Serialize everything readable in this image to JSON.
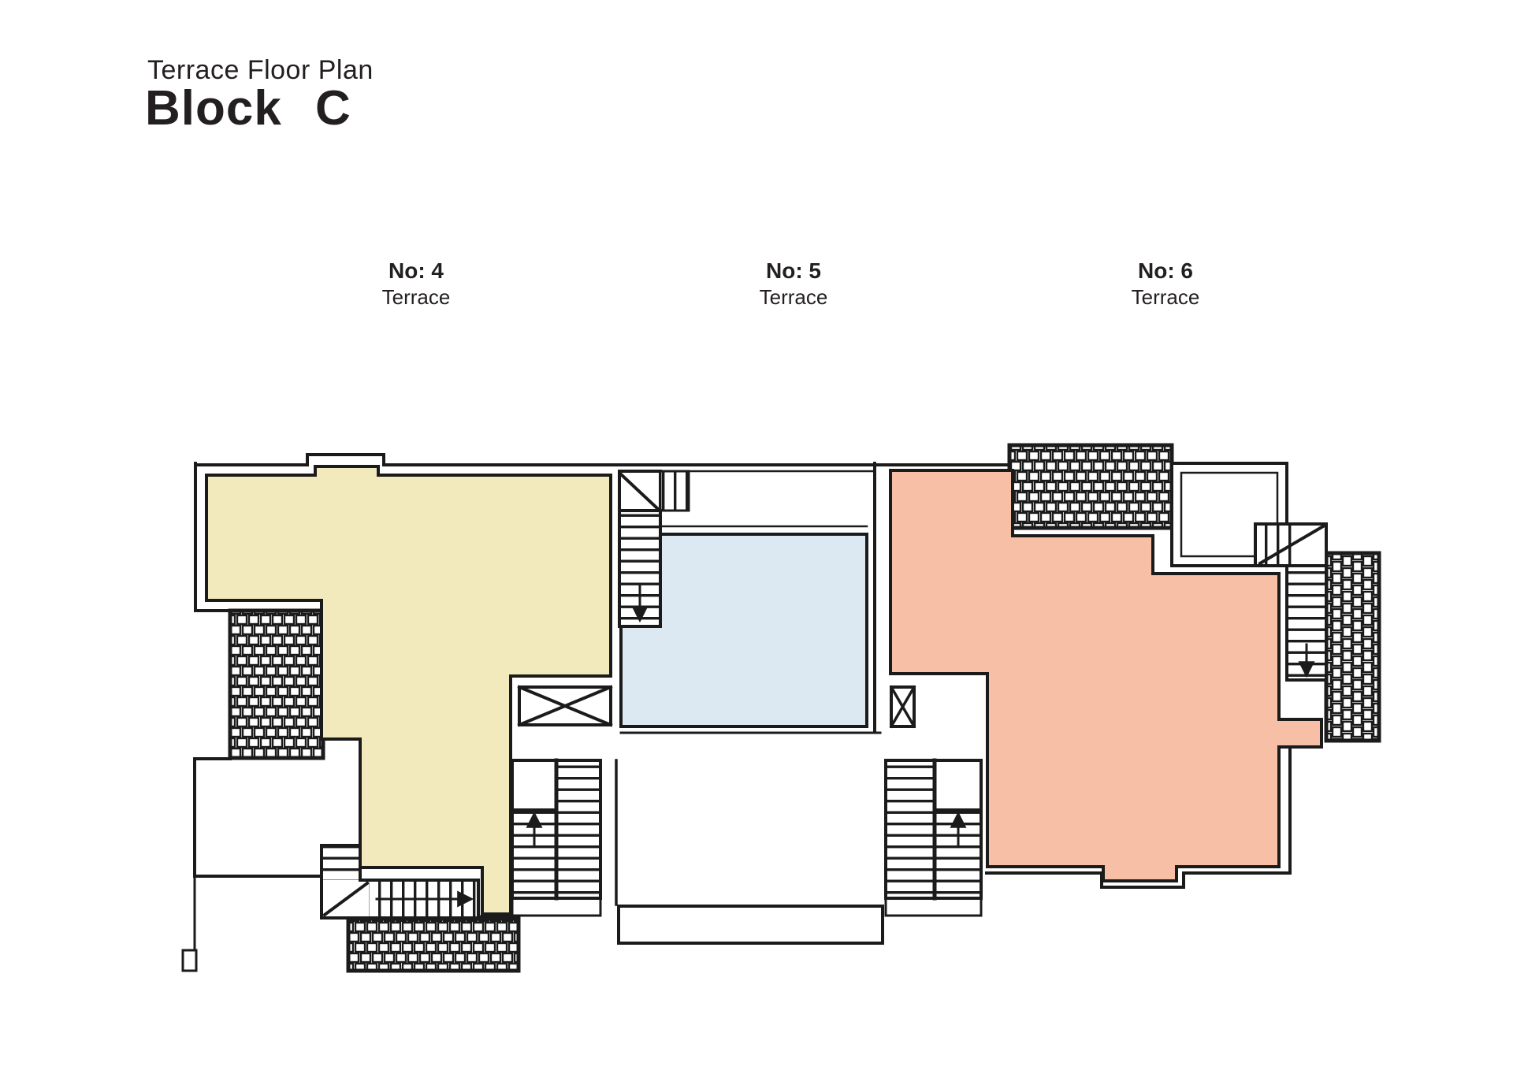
{
  "header": {
    "subtitle": "Terrace Floor Plan",
    "title": "Block C"
  },
  "units": [
    {
      "id": "4",
      "label": "No: 4",
      "floor": "Terrace",
      "color": "#F2E9BD"
    },
    {
      "id": "5",
      "label": "No: 5",
      "floor": "Terrace",
      "color": "#DCE9F3"
    },
    {
      "id": "6",
      "label": "No: 6",
      "floor": "Terrace",
      "color": "#F7C0A6"
    }
  ],
  "plan": {
    "wall_color": "#1B1B1B",
    "background": "#FFFFFF"
  }
}
